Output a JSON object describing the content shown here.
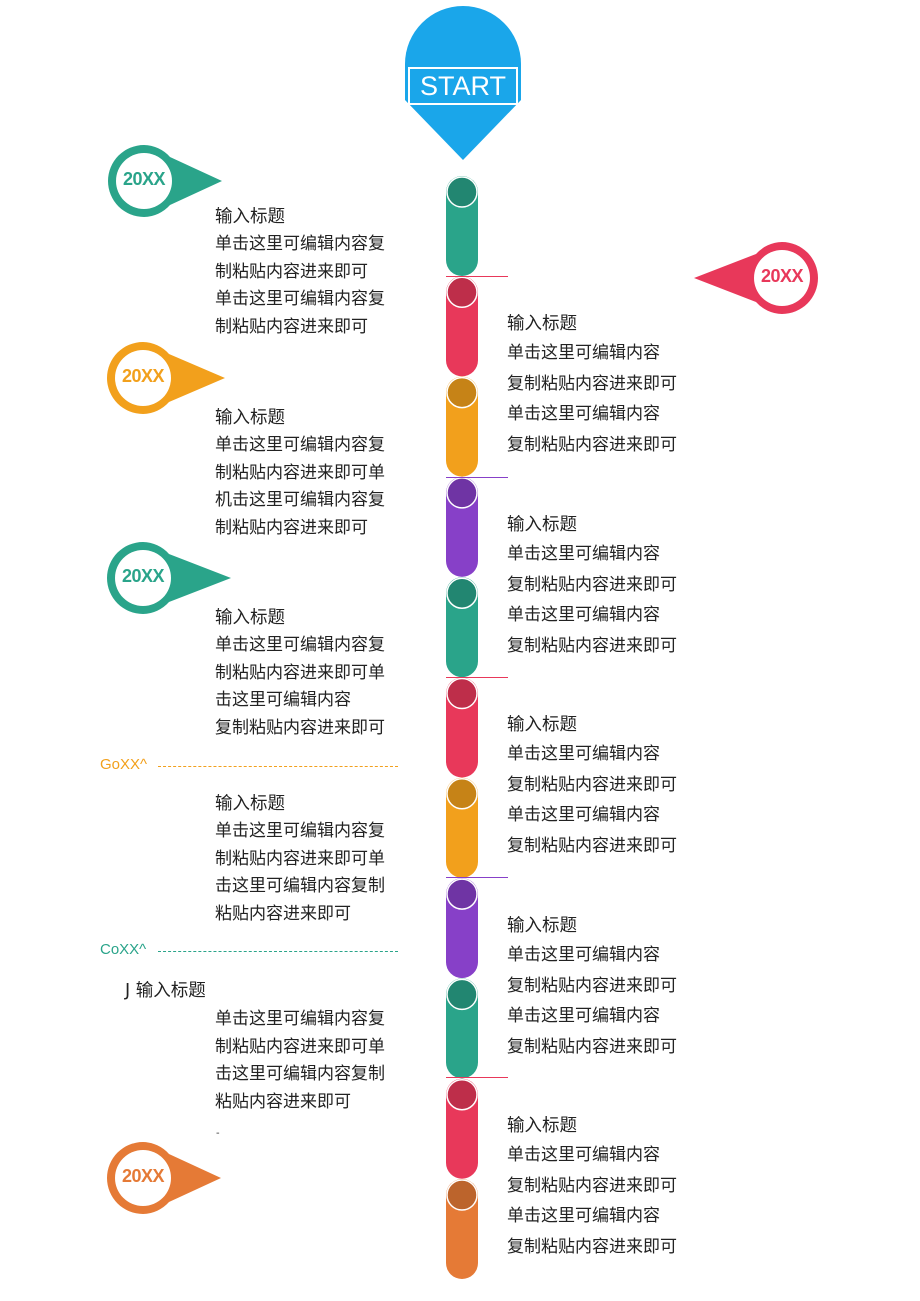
{
  "start_label": "START",
  "colors": {
    "start": "#1aa6ea",
    "teal": "#2aa48a",
    "red": "#e8385a",
    "orange": "#f2a01c",
    "purple": "#8740c8",
    "coral": "#e57a36"
  },
  "pins": [
    {
      "label": "20XX",
      "color": "#2aa48a"
    },
    {
      "label": "20XX",
      "color": "#e8385a"
    },
    {
      "label": "20XX",
      "color": "#f2a01c"
    },
    {
      "label": "20XX",
      "color": "#2aa48a"
    },
    {
      "label": "20XX",
      "color": "#e57a36"
    }
  ],
  "left_blocks": [
    {
      "title": "输入标题",
      "lines": [
        "单击这里可编辑内容复",
        "制粘贴内容进来即可",
        "单击这里可编辑内容复",
        "制粘贴内容进来即可"
      ]
    },
    {
      "title": "输入标题",
      "lines": [
        "单击这里可编辑内容复",
        "制粘贴内容进来即可单",
        "机击这里可编辑内容复",
        "制粘贴内容进来即可"
      ]
    },
    {
      "title": "输入标题",
      "lines": [
        "单击这里可编辑内容复",
        "制粘贴内容进来即可单",
        "击这里可编辑内容",
        "复制粘贴内容进来即可"
      ]
    },
    {
      "title": "输入标题",
      "lines": [
        "单击这里可编辑内容复",
        "制粘贴内容进来即可单",
        "击这里可编辑内容复制",
        "粘贴内容进来即可"
      ]
    },
    {
      "title": "J 输入标题",
      "lines": [
        "单击这里可编辑内容复",
        "制粘贴内容进来即可单",
        "击这里可编辑内容复制",
        "粘贴内容进来即可"
      ]
    }
  ],
  "right_blocks": [
    {
      "title": "输入标题",
      "lines": [
        "单击这里可编辑内容",
        "复制粘贴内容进来即可",
        "单击这里可编辑内容",
        "复制粘贴内容进来即可"
      ]
    },
    {
      "title": "输入标题",
      "lines": [
        "单击这里可编辑内容",
        "复制粘贴内容进来即可",
        "单击这里可编辑内容",
        "复制粘贴内容进来即可"
      ]
    },
    {
      "title": "输入标题",
      "lines": [
        "单击这里可编辑内容",
        "复制粘贴内容进来即可",
        "单击这里可编辑内容",
        "复制粘贴内容进来即可"
      ]
    },
    {
      "title": "输入标题",
      "lines": [
        "单击这里可编辑内容",
        "复制粘贴内容进来即可",
        "单击这里可编辑内容",
        "复制粘贴内容进来即可"
      ]
    },
    {
      "title": "输入标题",
      "lines": [
        "单击这里可编辑内容",
        "复制粘贴内容进来即可",
        "单击这里可编辑内容",
        "复制粘贴内容进来即可"
      ]
    }
  ],
  "dashed_markers": [
    {
      "label": "GoXX^",
      "color": "#f2a01c"
    },
    {
      "label": "CoXX^",
      "color": "#2aa48a"
    }
  ],
  "stray_mark": "-",
  "segments": [
    "teal",
    "red",
    "orange",
    "purple",
    "teal",
    "red",
    "orange",
    "purple",
    "teal",
    "red",
    "coral"
  ]
}
